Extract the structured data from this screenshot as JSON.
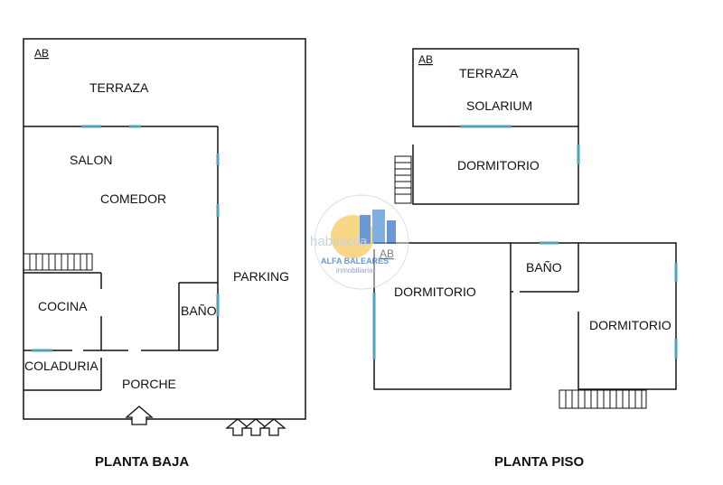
{
  "ground_floor": {
    "code": "AB",
    "title": "PLANTA BAJA",
    "rooms": {
      "terrace": "TERRAZA",
      "living": "SALON",
      "dining": "COMEDOR",
      "parking": "PARKING",
      "kitchen": "COCINA",
      "bathroom": "BAÑO",
      "laundry": "COLADURIA",
      "porch": "PORCHE"
    }
  },
  "upper_floor": {
    "code_top": "AB",
    "code_bottom": "AB",
    "title": "PLANTA PISO",
    "rooms": {
      "terrace": "TERRAZA",
      "solarium": "SOLARIUM",
      "bedroom_top": "DORMITORIO",
      "bedroom_left": "DORMITORIO",
      "bathroom": "BAÑO",
      "bedroom_right": "DORMITORIO"
    }
  },
  "watermark": {
    "site": "habitaclia",
    "brand": "ALFA BALEARES",
    "sub": "inmobiliaria"
  },
  "colors": {
    "walls": "#111111",
    "windows": "#4fa3b8",
    "watermark_blue": "#3a78c8",
    "watermark_sun": "#f5c242"
  }
}
